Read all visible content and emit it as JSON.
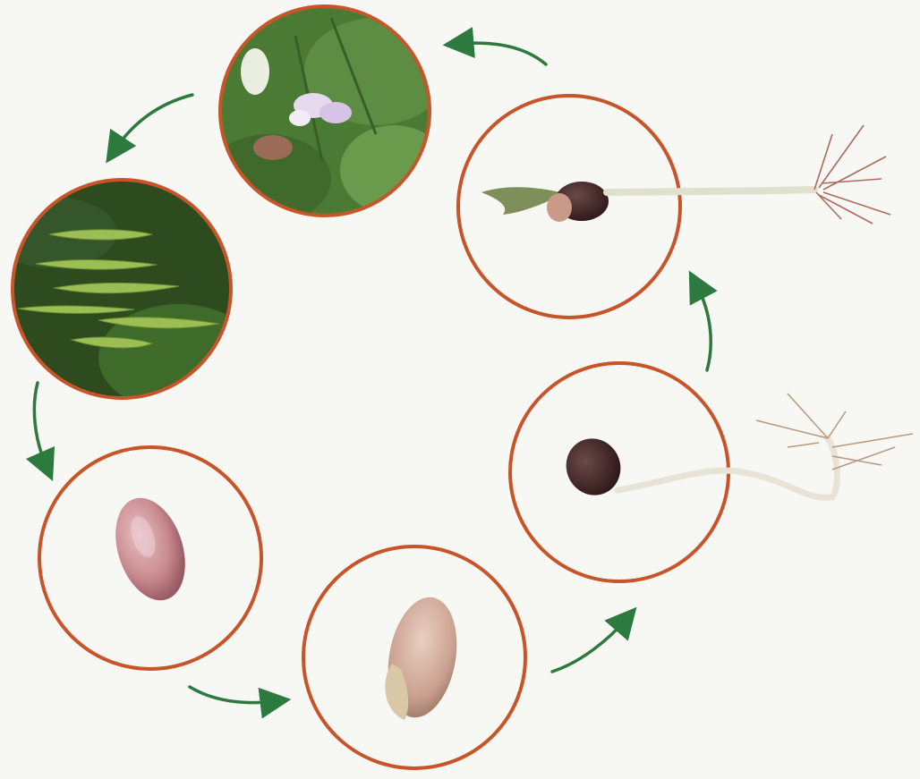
{
  "diagram": {
    "stages": [
      {
        "id": "seed",
        "name": "seed-stage"
      },
      {
        "id": "seed-splitting",
        "name": "germinating-seed-stage"
      },
      {
        "id": "seedling-root",
        "name": "seedling-with-root-stage"
      },
      {
        "id": "seedling-leaves",
        "name": "seedling-with-first-leaves-stage"
      },
      {
        "id": "flowering",
        "name": "flowering-plant-stage"
      },
      {
        "id": "pods",
        "name": "bean-pods-stage"
      }
    ],
    "colors": {
      "ring": "#c8552a",
      "arrow": "#2d7a3e",
      "background": "#f7f7f4",
      "seed": "#c98a8f",
      "leaf": "#4f7d3a",
      "pod": "#8fb04a"
    }
  }
}
